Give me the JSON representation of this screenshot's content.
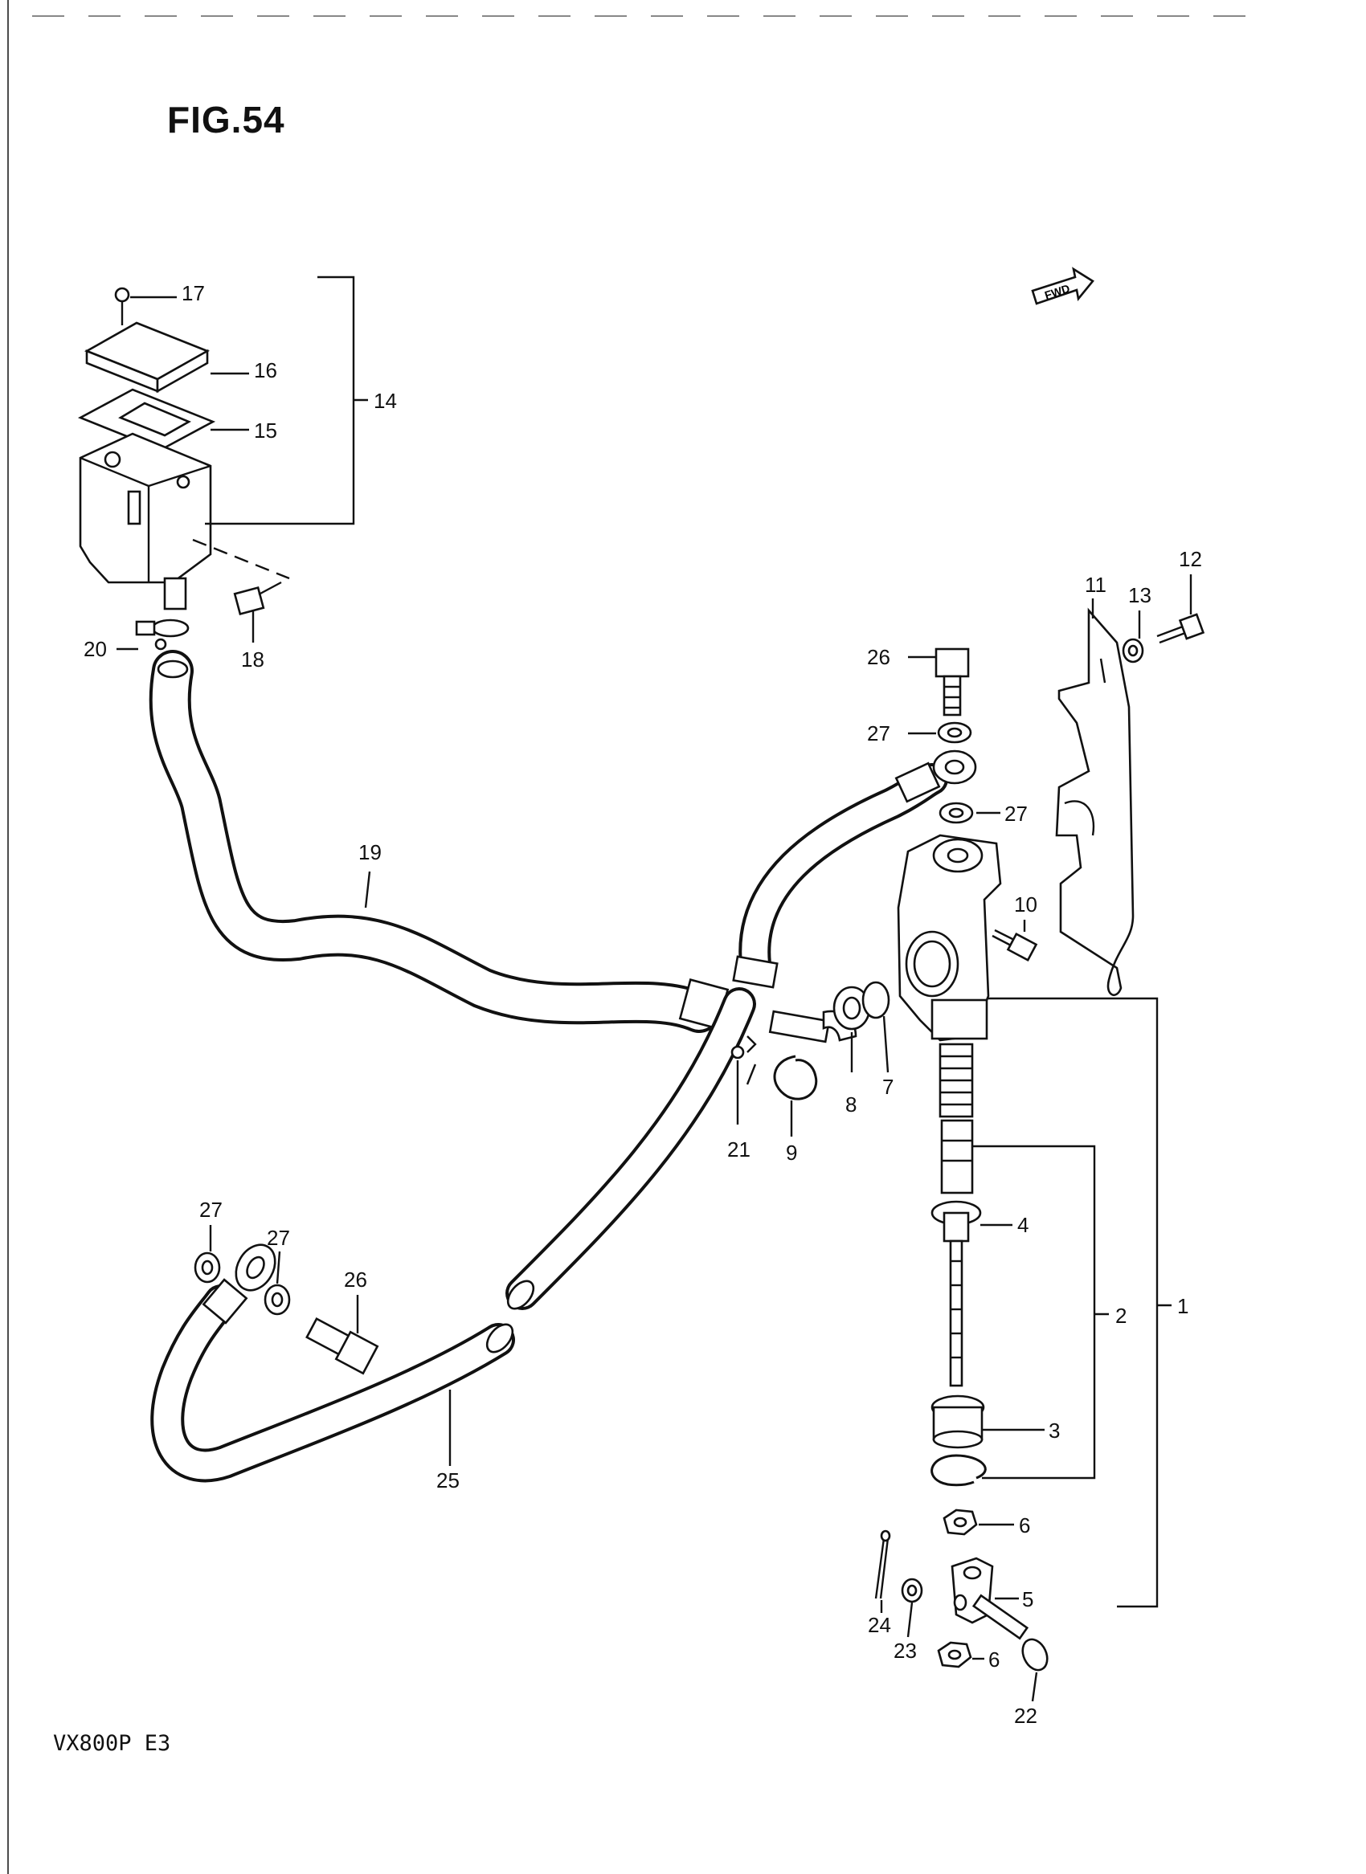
{
  "figure": {
    "title": "FIG.54",
    "model_code": "VX800P  E3",
    "direction_badge": "FWD"
  },
  "callouts": [
    {
      "id": "1",
      "label": "1"
    },
    {
      "id": "2",
      "label": "2"
    },
    {
      "id": "3",
      "label": "3"
    },
    {
      "id": "4",
      "label": "4"
    },
    {
      "id": "5",
      "label": "5"
    },
    {
      "id": "6a",
      "label": "6"
    },
    {
      "id": "6b",
      "label": "6"
    },
    {
      "id": "7",
      "label": "7"
    },
    {
      "id": "8",
      "label": "8"
    },
    {
      "id": "9",
      "label": "9"
    },
    {
      "id": "10",
      "label": "10"
    },
    {
      "id": "11",
      "label": "11"
    },
    {
      "id": "12",
      "label": "12"
    },
    {
      "id": "13",
      "label": "13"
    },
    {
      "id": "14",
      "label": "14"
    },
    {
      "id": "15",
      "label": "15"
    },
    {
      "id": "16",
      "label": "16"
    },
    {
      "id": "17",
      "label": "17"
    },
    {
      "id": "18",
      "label": "18"
    },
    {
      "id": "19",
      "label": "19"
    },
    {
      "id": "20",
      "label": "20"
    },
    {
      "id": "21",
      "label": "21"
    },
    {
      "id": "22",
      "label": "22"
    },
    {
      "id": "23",
      "label": "23"
    },
    {
      "id": "24",
      "label": "24"
    },
    {
      "id": "25",
      "label": "25"
    },
    {
      "id": "26a",
      "label": "26"
    },
    {
      "id": "26b",
      "label": "26"
    },
    {
      "id": "27a",
      "label": "27"
    },
    {
      "id": "27b",
      "label": "27"
    },
    {
      "id": "27c",
      "label": "27"
    },
    {
      "id": "27d",
      "label": "27"
    }
  ]
}
